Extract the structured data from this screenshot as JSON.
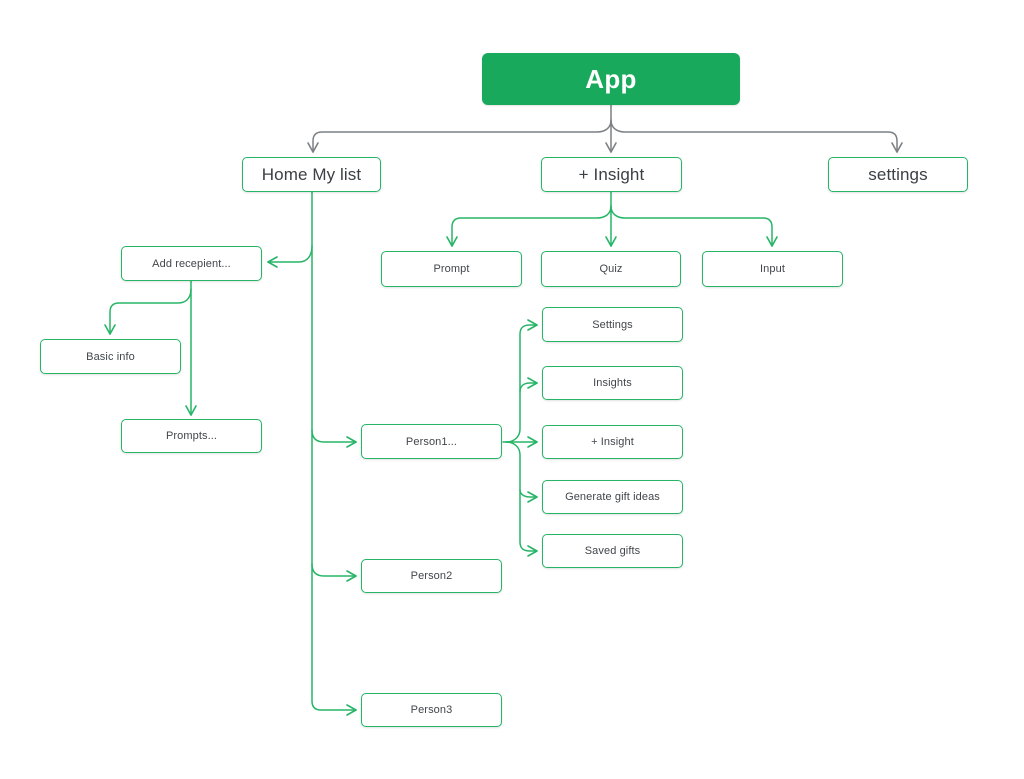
{
  "palette": {
    "root_fill_green": "#18a95c",
    "node_border_green": "#26b567",
    "connector_green": "#26b567",
    "connector_gray": "#7d8084",
    "node_text": "#41464b",
    "root_text": "#ffffff",
    "background": "#ffffff"
  },
  "nodes": {
    "app": {
      "label": "App",
      "type": "root"
    },
    "home_my_list": {
      "label": "Home My list"
    },
    "insight": {
      "label": "+ Insight"
    },
    "settings": {
      "label": "settings"
    },
    "prompt": {
      "label": "Prompt"
    },
    "quiz": {
      "label": "Quiz"
    },
    "input": {
      "label": "Input"
    },
    "add_recipient": {
      "label": "Add recepient..."
    },
    "basic_info": {
      "label": "Basic info"
    },
    "prompts": {
      "label": "Prompts..."
    },
    "person1": {
      "label": "Person1..."
    },
    "person2": {
      "label": "Person2"
    },
    "person3": {
      "label": "Person3"
    },
    "person1_settings": {
      "label": "Settings"
    },
    "person1_insights": {
      "label": "Insights"
    },
    "person1_add_insight": {
      "label": "+ Insight"
    },
    "person1_generate": {
      "label": "Generate gift ideas"
    },
    "person1_saved": {
      "label": "Saved gifts"
    }
  },
  "edges": [
    {
      "from": "app",
      "to": "home_my_list",
      "color": "gray"
    },
    {
      "from": "app",
      "to": "insight",
      "color": "gray"
    },
    {
      "from": "app",
      "to": "settings",
      "color": "gray"
    },
    {
      "from": "insight",
      "to": "prompt",
      "color": "green"
    },
    {
      "from": "insight",
      "to": "quiz",
      "color": "green"
    },
    {
      "from": "insight",
      "to": "input",
      "color": "green"
    },
    {
      "from": "home_my_list",
      "to": "add_recipient",
      "color": "green"
    },
    {
      "from": "home_my_list",
      "to": "person1",
      "color": "green"
    },
    {
      "from": "home_my_list",
      "to": "person2",
      "color": "green"
    },
    {
      "from": "home_my_list",
      "to": "person3",
      "color": "green"
    },
    {
      "from": "add_recipient",
      "to": "basic_info",
      "color": "green"
    },
    {
      "from": "add_recipient",
      "to": "prompts",
      "color": "green"
    },
    {
      "from": "person1",
      "to": "person1_settings",
      "color": "green"
    },
    {
      "from": "person1",
      "to": "person1_insights",
      "color": "green"
    },
    {
      "from": "person1",
      "to": "person1_add_insight",
      "color": "green"
    },
    {
      "from": "person1",
      "to": "person1_generate",
      "color": "green"
    },
    {
      "from": "person1",
      "to": "person1_saved",
      "color": "green"
    }
  ]
}
